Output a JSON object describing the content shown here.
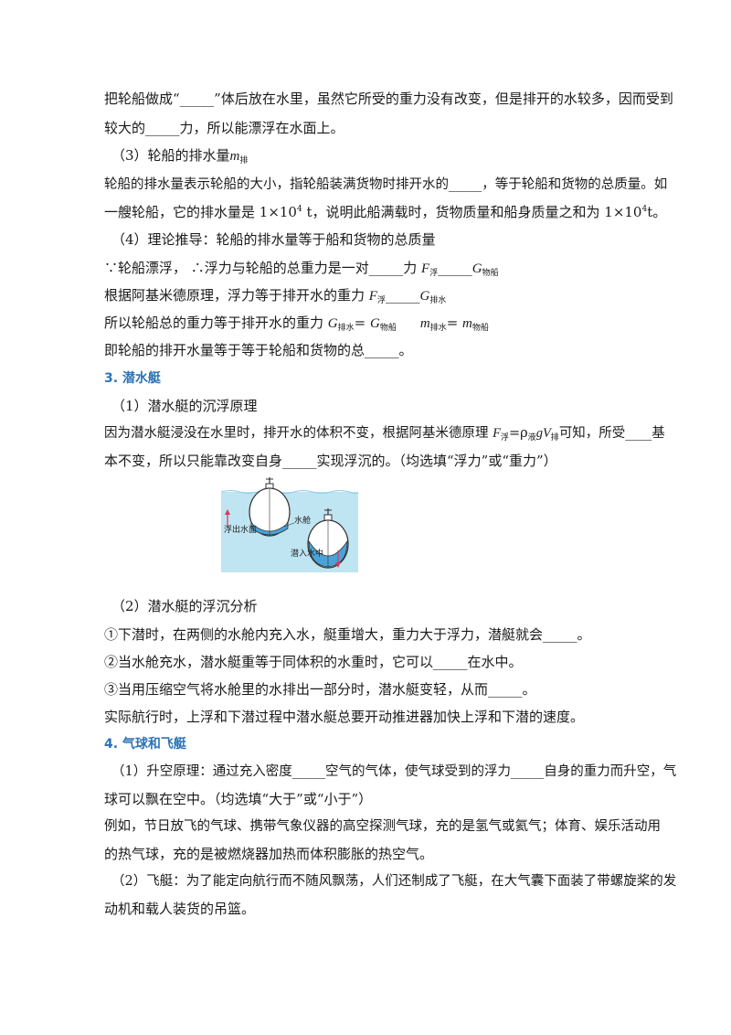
{
  "lines": {
    "l1": "把轮船做成“_____”体后放在水里，虽然它所受的重力没有改变，但是排开的水较多，因而受到",
    "l2": "较大的_____力，所以能漂浮在水面上。",
    "l3a": "（3）轮船的排水量",
    "l3b": "m",
    "l3c": "排",
    "l4": "轮船的排水量表示轮船的大小，指轮船装满货物时排开水的_____，等于轮船和货物的总质量。如",
    "l5a": "一艘轮船，它的排水量是 1×10",
    "l5b": "4",
    "l5c": " t，说明此船满载时，货物质量和船身质量之和为 1×10",
    "l5d": "4",
    "l5e": "t。",
    "l6": "（4）理论推导：轮船的排水量等于船和货物的总质量",
    "l7a": "∵轮船漂浮，  ∴浮力与轮船的总重力是一对_____力  ",
    "l7F": "F",
    "l7s1": "浮",
    "l7b": "_____",
    "l7G": "G",
    "l7s2": "物船",
    "l8a": "根据阿基米德原理，浮力等于排开水的重力  ",
    "l8F": "F",
    "l8s1": "浮",
    "l8b": "_____",
    "l8G": "G",
    "l8s2": "排水",
    "l9a": "所以轮船总的重力等于排开水的重力  ",
    "l9G1": "G",
    "l9s1": "排水",
    "l9b": "= ",
    "l9G2": "G",
    "l9s2": "物船",
    "l9m1": "m",
    "l9s3": "排水",
    "l9c": "= ",
    "l9m2": "m",
    "l9s4": "物船",
    "l10": "即轮船的排开水量等于等于轮船和货物的总_____。",
    "h3": "3. 潜水艇",
    "l11": "（1）潜水艇的沉浮原理",
    "l12a": "因为潜水艇浸没在水里时，排开水的体积不变，根据阿基米德原理 ",
    "l12F": "F",
    "l12s1": "浮",
    "l12b": "=ρ",
    "l12s2": "液",
    "l12gV": "gV",
    "l12s3": "排",
    "l12c": "可知，所受____基",
    "l13": "本不变，所以只能靠改变自身_____实现浮沉的。（均选填“浮力”或“重力”）",
    "l14": "（2）潜水艇的浮沉分析",
    "l15": "①下潜时，在两侧的水舱内充入水，艇重增大，重力大于浮力，潜艇就会_____。",
    "l16": "②当水舱充水，潜水艇重等于同体积的水重时，它可以_____在水中。",
    "l17": "③当用压缩空气将水舱里的水排出一部分时，潜水艇变轻，从而_____。",
    "l18": "实际航行时，上浮和下潜过程中潜水艇总要开动推进器加快上浮和下潜的速度。",
    "h4": "4. 气球和飞艇",
    "l19": "（1）升空原理：通过充入密度_____空气的气体，使气球受到的浮力_____自身的重力而升空，气",
    "l20": "球可以飘在空中。（均选填“大于”或“小于”）",
    "l21": "例如，节日放飞的气球、携带气象仪器的高空探测气球，充的是氢气或氦气；体育、娱乐活动用",
    "l22": "的热气球，充的是被燃烧器加热而体积膨胀的热空气。",
    "l23": "（2）飞艇：为了能定向航行而不随风飘荡，人们还制成了飞艇，在大气囊下面装了带螺旋桨的发",
    "l24": "动机和载人装货的吊篮。"
  },
  "figure": {
    "label_rise": "浮出水面",
    "label_tank": "水舱",
    "label_dive": "潜入水中",
    "water_color": "#bfe4f2",
    "tank_color": "#4aa3d8"
  }
}
